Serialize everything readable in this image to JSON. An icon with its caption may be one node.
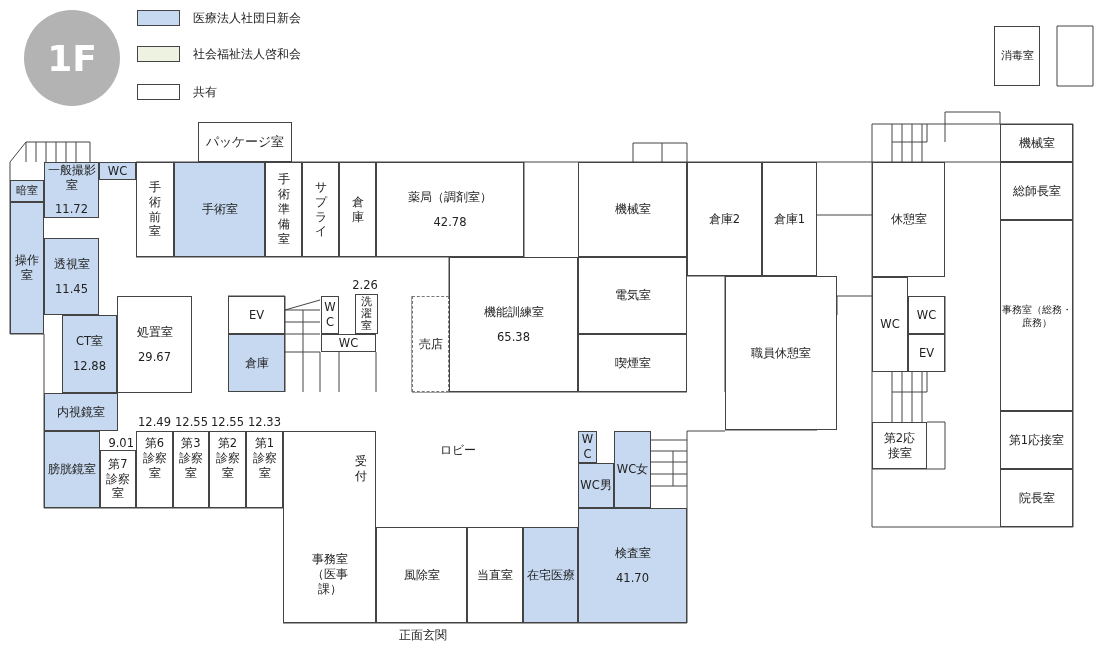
{
  "diagram": {
    "title": "1F",
    "nodes": [
      {
        "text": [
          "暗室"
        ]
      },
      {
        "text": [
          "一般撮影室",
          "11.72"
        ]
      },
      {
        "text": [
          "WC"
        ]
      },
      {
        "text": [
          "操作室"
        ]
      },
      {
        "text": [
          "透視室",
          "11.45"
        ]
      },
      {
        "text": [
          "CT室",
          "12.88"
        ]
      },
      {
        "text": [
          "処置室",
          "29.67"
        ]
      },
      {
        "text": [
          "内視鏡室"
        ]
      },
      {
        "text": [
          "膀胱鏡室"
        ]
      },
      {
        "text": [
          "第7診察室"
        ],
        "beside": [
          "9.01"
        ]
      },
      {
        "text": [
          "第6診察室"
        ],
        "beside": [
          "12.49"
        ]
      },
      {
        "text": [
          "第3診察室"
        ],
        "beside": [
          "12.55"
        ]
      },
      {
        "text": [
          "第2診察室"
        ],
        "beside": [
          "12.55"
        ]
      },
      {
        "text": [
          "第1診察室"
        ],
        "beside": [
          "12.33"
        ]
      },
      {
        "text": [
          "手術前室"
        ]
      },
      {
        "text": [
          "手術室"
        ]
      },
      {
        "text": [
          "手術準備室"
        ]
      },
      {
        "text": [
          "サプライ"
        ]
      },
      {
        "text": [
          "倉庫"
        ]
      },
      {
        "text": [
          "薬局（調剤室）",
          "42.78"
        ]
      },
      {
        "text": [
          "パッケージ室"
        ]
      },
      {
        "text": [
          "EV"
        ]
      },
      {
        "text": [
          "倉庫"
        ]
      },
      {
        "text": [
          "WC"
        ]
      },
      {
        "text": [
          "洗濯室"
        ],
        "beside": [
          "2.26"
        ]
      },
      {
        "text": [
          "WC"
        ]
      },
      {
        "text": [
          "売店"
        ]
      },
      {
        "text": [
          "機能訓練室",
          "65.38"
        ]
      },
      {
        "text": [
          "機械室"
        ]
      },
      {
        "text": [
          "電気室"
        ]
      },
      {
        "text": [
          "喫煙室"
        ]
      },
      {
        "text": [
          "倉庫2"
        ]
      },
      {
        "text": [
          "倉庫1"
        ]
      },
      {
        "text": [
          "職員休憩室"
        ]
      },
      {
        "text": [
          "受付"
        ]
      },
      {
        "text": [
          "事務室（医事課）"
        ]
      },
      {
        "text": [
          "風除室"
        ]
      },
      {
        "text": [
          "当直室"
        ]
      },
      {
        "text": [
          "在宅医療"
        ]
      },
      {
        "text": [
          "WC"
        ]
      },
      {
        "text": [
          "WC男"
        ]
      },
      {
        "text": [
          "WC女"
        ]
      },
      {
        "text": [
          "検査室",
          "41.70"
        ]
      },
      {
        "text": [
          "休憩室"
        ]
      },
      {
        "text": [
          "WC"
        ]
      },
      {
        "text": [
          "WC"
        ]
      },
      {
        "text": [
          "EV"
        ]
      },
      {
        "text": [
          "第2応接室"
        ]
      },
      {
        "text": [
          "機械室"
        ]
      },
      {
        "text": [
          "総師長室"
        ]
      },
      {
        "text": [
          "事務室（総務・庶務）"
        ]
      },
      {
        "text": [
          "第1応接室"
        ]
      },
      {
        "text": [
          "院長室"
        ]
      },
      {
        "text": [
          "消毒室"
        ]
      }
    ],
    "labels": [
      "ロビー",
      "正面玄関"
    ],
    "legend": [
      {
        "text": "医療法人社団日新会",
        "color": "#c6d9f0"
      },
      {
        "text": "社会福祉法人啓和会",
        "color": "#eef2e0"
      },
      {
        "text": "共有",
        "color": "#ffffff"
      }
    ]
  }
}
